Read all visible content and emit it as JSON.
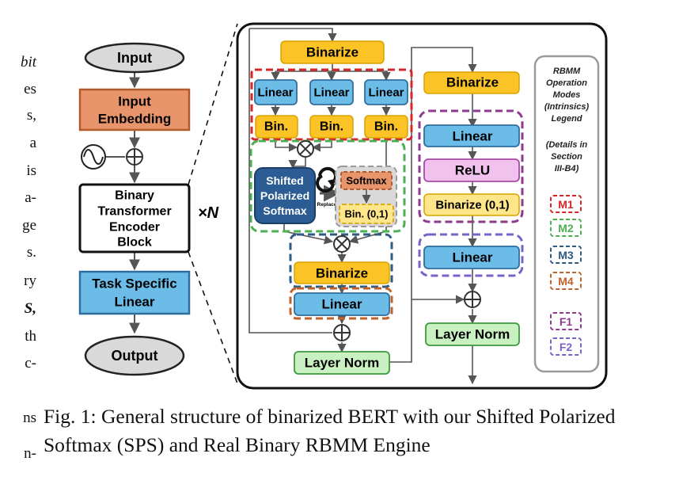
{
  "left_margin_text": [
    "bit",
    "es",
    "s,",
    "a",
    "is",
    "a-",
    "ge",
    "s.",
    "ry",
    "S,",
    "th",
    "c-",
    "ns",
    "n-"
  ],
  "left_flow": {
    "input": "Input",
    "input_embedding": [
      "Input",
      "Embedding"
    ],
    "block": [
      "Binary",
      "Transformer",
      "Encoder",
      "Block"
    ],
    "times_n": "×N",
    "task_linear": [
      "Task Specific",
      "Linear"
    ],
    "output": "Output"
  },
  "encoder": {
    "binarize_top": "Binarize",
    "linear": "Linear",
    "bin": "Bin.",
    "sps": [
      "Shifted",
      "Polarized",
      "Softmax"
    ],
    "replace": "Replace",
    "softmax": "Softmax",
    "bin01": "Bin. (0,1)",
    "binarize_mid": "Binarize",
    "linear_mid": "Linear",
    "layer_norm_left": "Layer Norm",
    "binarize_right": "Binarize",
    "linear_right1": "Linear",
    "relu": "ReLU",
    "binarize01": "Binarize (0,1)",
    "linear_right2": "Linear",
    "layer_norm_right": "Layer Norm"
  },
  "legend": {
    "title": [
      "RBMM",
      "Operation",
      "Modes",
      "(Intrinsics)",
      "Legend"
    ],
    "details": [
      "(Details in",
      "Section",
      "III-B4)"
    ],
    "modes": [
      {
        "label": "M1",
        "color": "#d62728"
      },
      {
        "label": "M2",
        "color": "#4caf50"
      },
      {
        "label": "M3",
        "color": "#2e5b84"
      },
      {
        "label": "M4",
        "color": "#c0622b"
      },
      {
        "label": "F1",
        "color": "#8e3a8e"
      },
      {
        "label": "F2",
        "color": "#7a62c9"
      }
    ]
  },
  "caption": "Fig. 1: General structure of binarized BERT with our Shifted Polarized Softmax (SPS) and Real Binary RBMM Engine",
  "colors": {
    "yellow": "#fbc325",
    "yellow_border": "#d9a300",
    "blue": "#6cbce8",
    "blue_border": "#2f6f9f",
    "orange": "#e8956c",
    "orange_border": "#b25a2e",
    "grey": "#d9d9d9",
    "green": "#c9f0c1",
    "green_border": "#3c9a3c",
    "pink": "#f2c2ee",
    "pink_border": "#a64ca6",
    "light_yellow": "#ffe68a",
    "sps_blue": "#2b5c94"
  }
}
